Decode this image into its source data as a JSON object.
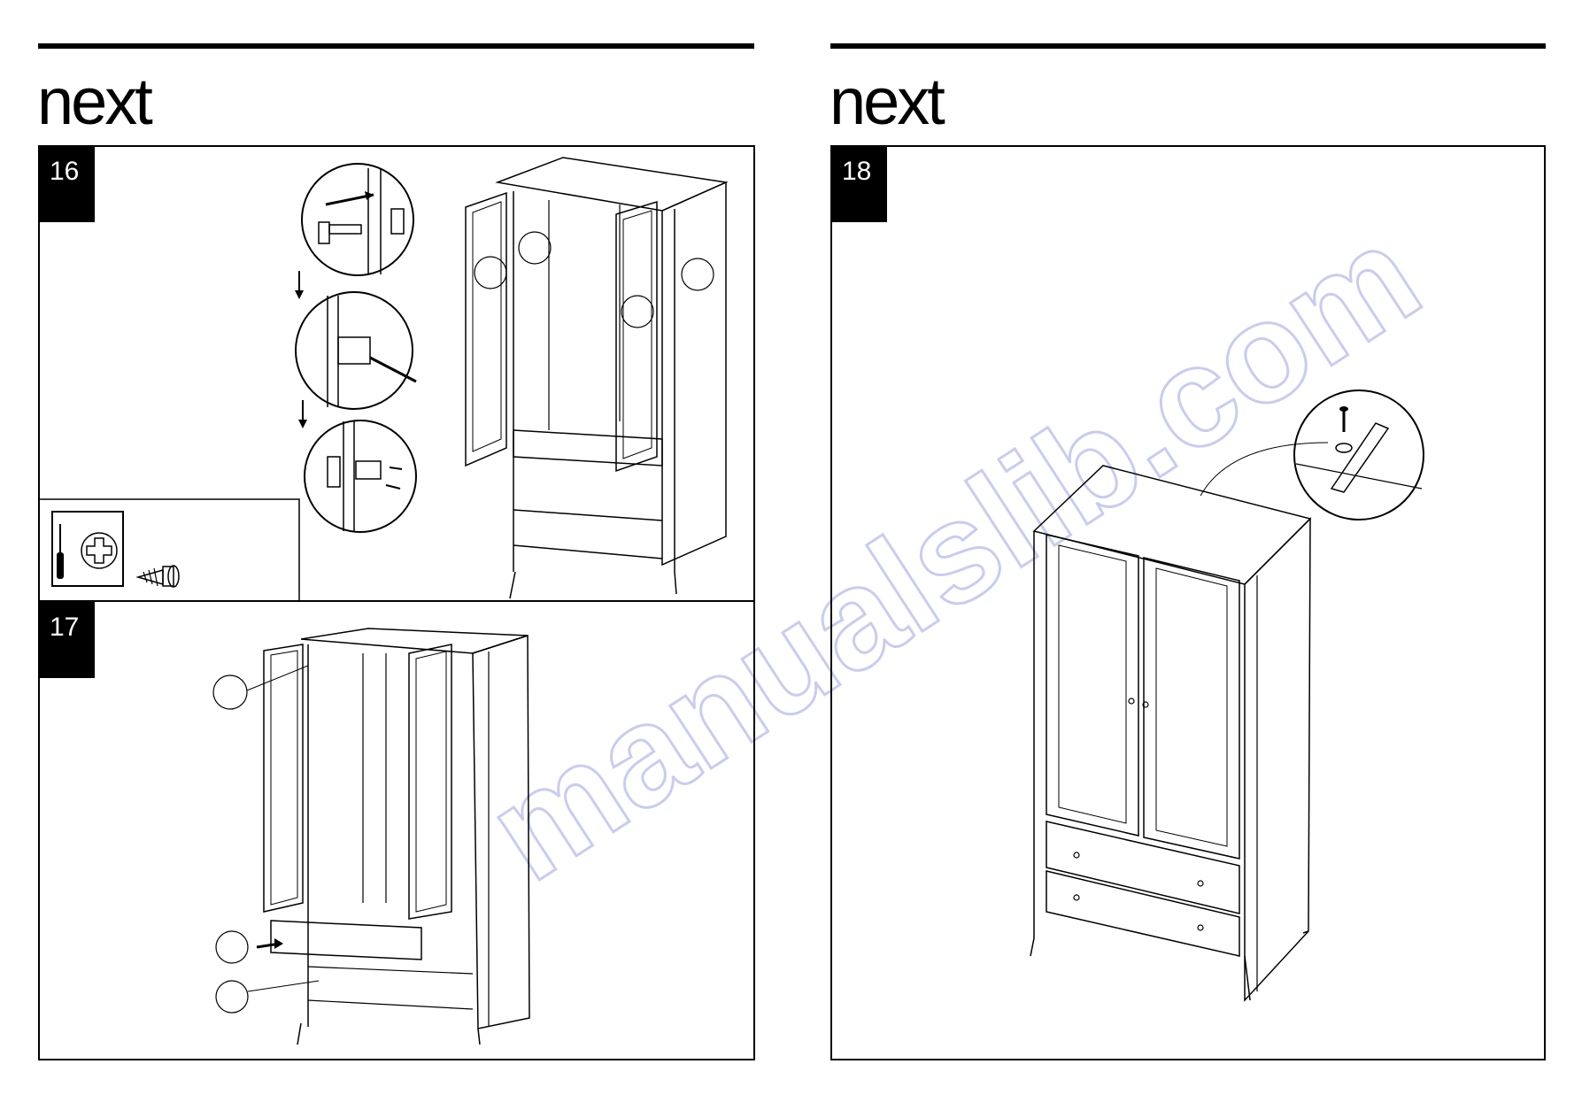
{
  "brand": {
    "logo_text": "next"
  },
  "pages": [
    {
      "steps": [
        {
          "number": "16"
        },
        {
          "number": "17"
        }
      ]
    },
    {
      "steps": [
        {
          "number": "18"
        }
      ]
    }
  ],
  "watermark": {
    "text": "manualslib.com",
    "color": "#c9ccf0"
  },
  "colors": {
    "ink": "#000000",
    "paper": "#ffffff"
  },
  "icons": {
    "step16_tools": [
      "screwdriver-icon",
      "phillips-cross-icon",
      "screw-icon"
    ],
    "step18_detail": [
      "screw-icon",
      "washer-icon",
      "wall-strap-icon"
    ]
  }
}
